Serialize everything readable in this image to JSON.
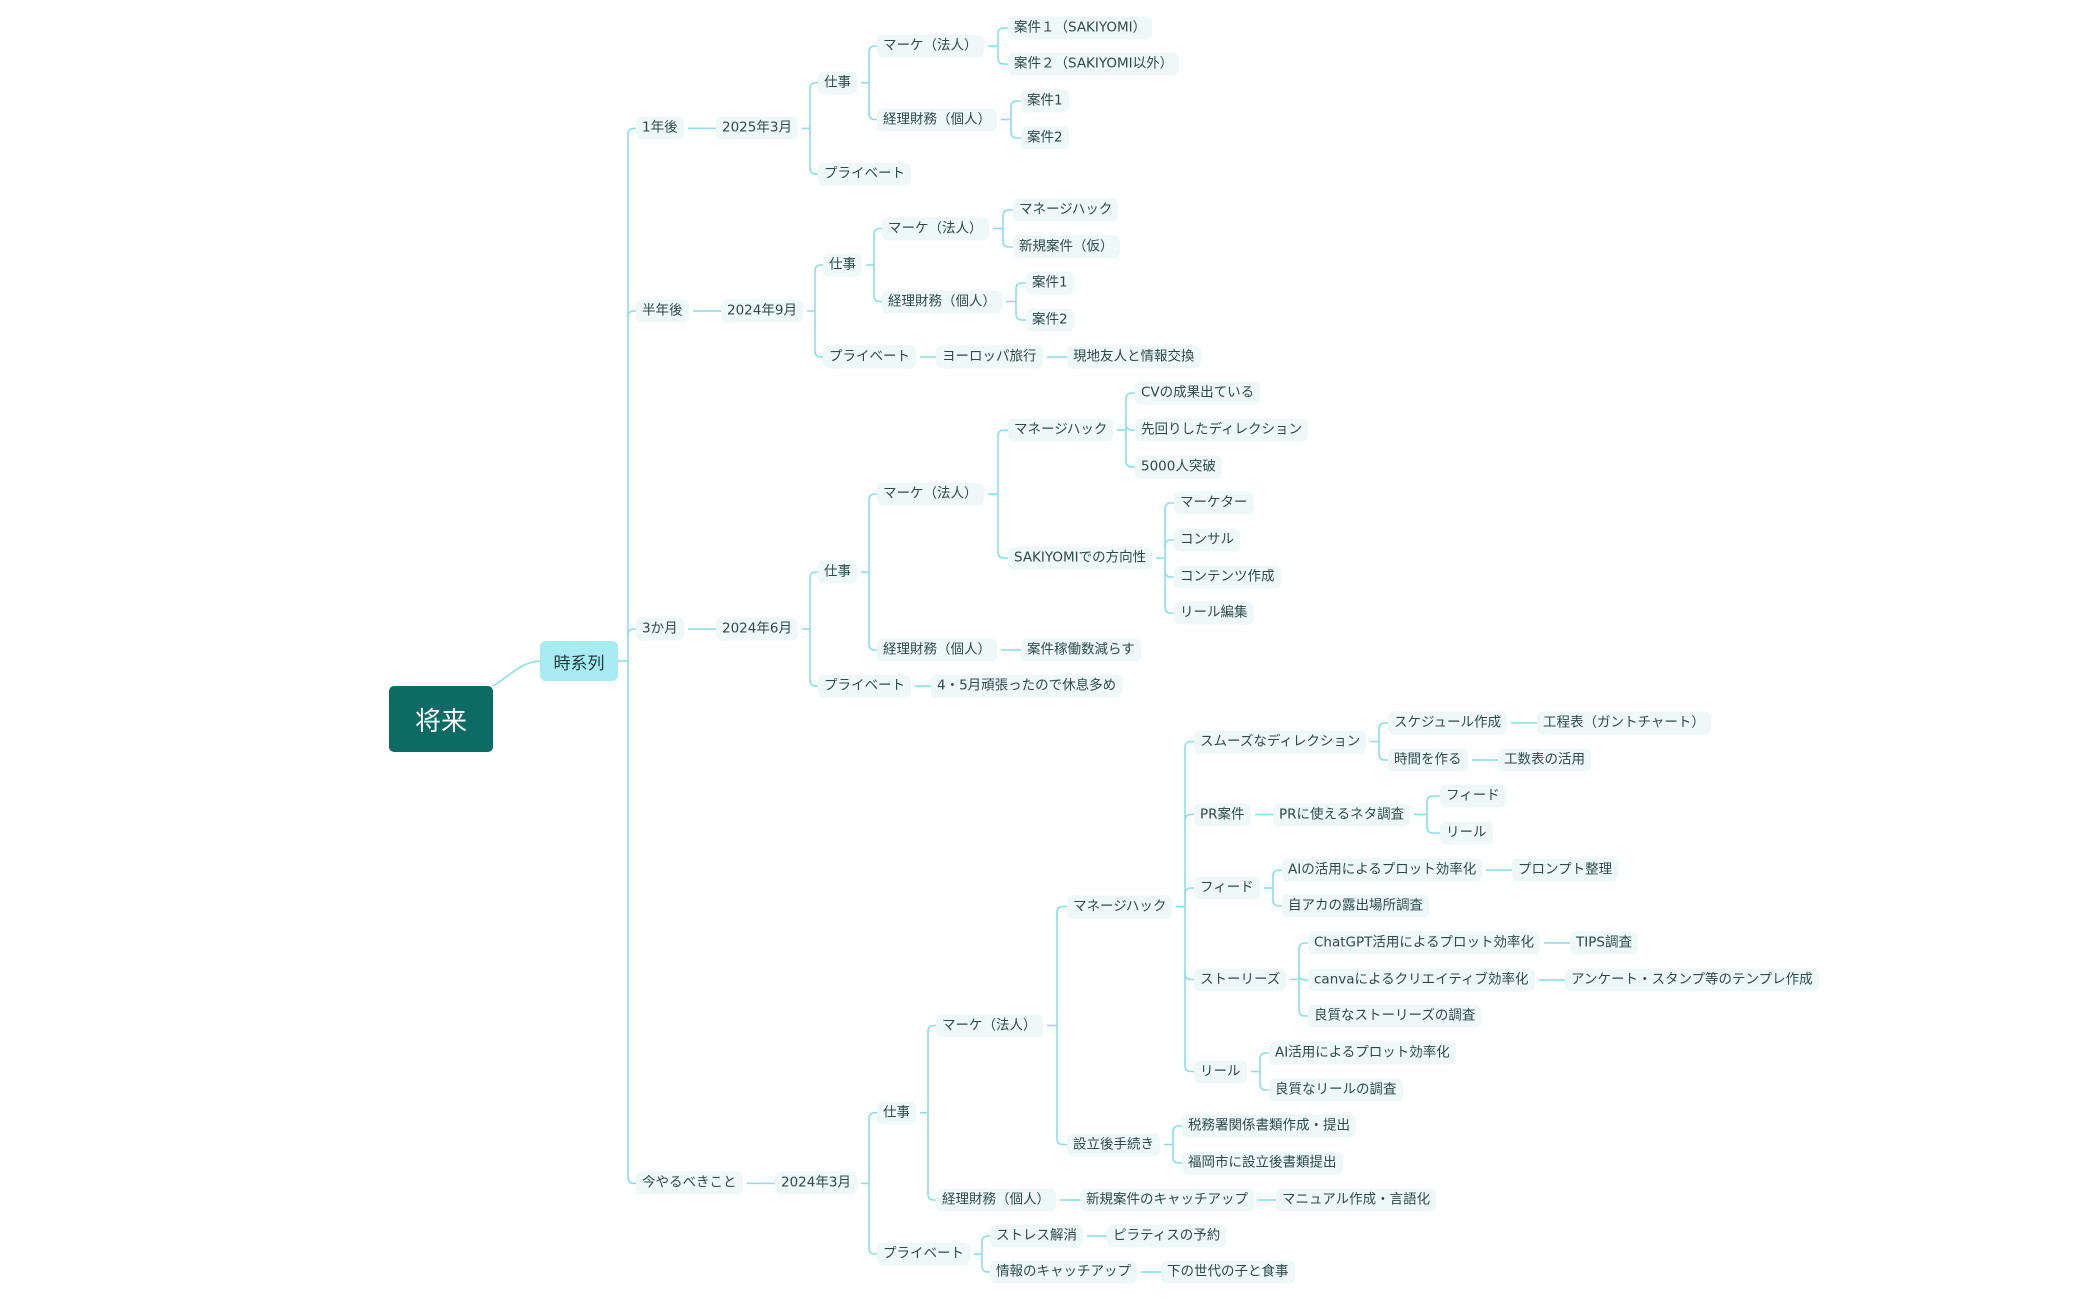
{
  "colors": {
    "root_bg": "#0d6b66",
    "main_bg": "#a9ebf2",
    "line": "#8fdde6",
    "node_bg": "#eef8f9"
  },
  "root": "将来",
  "main": "時系列",
  "branches": [
    {
      "label": "1年後",
      "children": [
        {
          "label": "2025年3月",
          "children": [
            {
              "label": "仕事",
              "children": [
                {
                  "label": "マーケ（法人）",
                  "children": [
                    {
                      "label": "案件１（SAKIYOMI）"
                    },
                    {
                      "label": "案件２（SAKIYOMI以外）"
                    }
                  ]
                },
                {
                  "label": "経理財務（個人）",
                  "children": [
                    {
                      "label": "案件1"
                    },
                    {
                      "label": "案件2"
                    }
                  ]
                }
              ]
            },
            {
              "label": "プライベート"
            }
          ]
        }
      ]
    },
    {
      "label": "半年後",
      "children": [
        {
          "label": "2024年9月",
          "children": [
            {
              "label": "仕事",
              "children": [
                {
                  "label": "マーケ（法人）",
                  "children": [
                    {
                      "label": "マネージハック"
                    },
                    {
                      "label": "新規案件（仮）"
                    }
                  ]
                },
                {
                  "label": "経理財務（個人）",
                  "children": [
                    {
                      "label": "案件1"
                    },
                    {
                      "label": "案件2"
                    }
                  ]
                }
              ]
            },
            {
              "label": "プライベート",
              "children": [
                {
                  "label": "ヨーロッパ旅行",
                  "children": [
                    {
                      "label": "現地友人と情報交換"
                    }
                  ]
                }
              ]
            }
          ]
        }
      ]
    },
    {
      "label": "3か月",
      "children": [
        {
          "label": "2024年6月",
          "children": [
            {
              "label": "仕事",
              "children": [
                {
                  "label": "マーケ（法人）",
                  "children": [
                    {
                      "label": "マネージハック",
                      "children": [
                        {
                          "label": "CVの成果出ている"
                        },
                        {
                          "label": "先回りしたディレクション"
                        },
                        {
                          "label": "5000人突破"
                        }
                      ]
                    },
                    {
                      "label": "SAKIYOMIでの方向性",
                      "children": [
                        {
                          "label": "マーケター"
                        },
                        {
                          "label": "コンサル"
                        },
                        {
                          "label": "コンテンツ作成"
                        },
                        {
                          "label": "リール編集"
                        }
                      ]
                    }
                  ]
                },
                {
                  "label": "経理財務（個人）",
                  "children": [
                    {
                      "label": "案件稼働数減らす"
                    }
                  ]
                }
              ]
            },
            {
              "label": "プライベート",
              "children": [
                {
                  "label": "4・5月頑張ったので休息多め"
                }
              ]
            }
          ]
        }
      ]
    },
    {
      "label": "今やるべきこと",
      "children": [
        {
          "label": "2024年3月",
          "children": [
            {
              "label": "仕事",
              "children": [
                {
                  "label": "マーケ（法人）",
                  "children": [
                    {
                      "label": "マネージハック",
                      "children": [
                        {
                          "label": "スムーズなディレクション",
                          "children": [
                            {
                              "label": "スケジュール作成",
                              "children": [
                                {
                                  "label": "工程表（ガントチャート）"
                                }
                              ]
                            },
                            {
                              "label": "時間を作る",
                              "children": [
                                {
                                  "label": "工数表の活用"
                                }
                              ]
                            }
                          ]
                        },
                        {
                          "label": "PR案件",
                          "children": [
                            {
                              "label": "PRに使えるネタ調査",
                              "children": [
                                {
                                  "label": "フィード"
                                },
                                {
                                  "label": "リール"
                                }
                              ]
                            }
                          ]
                        },
                        {
                          "label": "フィード",
                          "children": [
                            {
                              "label": "AIの活用によるプロット効率化",
                              "children": [
                                {
                                  "label": "プロンプト整理"
                                }
                              ]
                            },
                            {
                              "label": "自アカの露出場所調査"
                            }
                          ]
                        },
                        {
                          "label": "ストーリーズ",
                          "children": [
                            {
                              "label": "ChatGPT活用によるプロット効率化",
                              "children": [
                                {
                                  "label": "TIPS調査"
                                }
                              ]
                            },
                            {
                              "label": "canvaによるクリエイティブ効率化",
                              "children": [
                                {
                                  "label": "アンケート・スタンプ等のテンプレ作成"
                                }
                              ]
                            },
                            {
                              "label": "良質なストーリーズの調査"
                            }
                          ]
                        },
                        {
                          "label": "リール",
                          "children": [
                            {
                              "label": "AI活用によるプロット効率化"
                            },
                            {
                              "label": "良質なリールの調査"
                            }
                          ]
                        }
                      ]
                    },
                    {
                      "label": "設立後手続き",
                      "children": [
                        {
                          "label": "税務署関係書類作成・提出"
                        },
                        {
                          "label": "福岡市に設立後書類提出"
                        }
                      ]
                    }
                  ]
                },
                {
                  "label": "経理財務（個人）",
                  "children": [
                    {
                      "label": "新規案件のキャッチアップ",
                      "children": [
                        {
                          "label": "マニュアル作成・言語化"
                        }
                      ]
                    }
                  ]
                }
              ]
            },
            {
              "label": "プライベート",
              "children": [
                {
                  "label": "ストレス解消",
                  "children": [
                    {
                      "label": "ピラティスの予約"
                    }
                  ]
                },
                {
                  "label": "情報のキャッチアップ",
                  "children": [
                    {
                      "label": "下の世代の子と食事"
                    }
                  ]
                }
              ]
            }
          ]
        }
      ]
    }
  ]
}
